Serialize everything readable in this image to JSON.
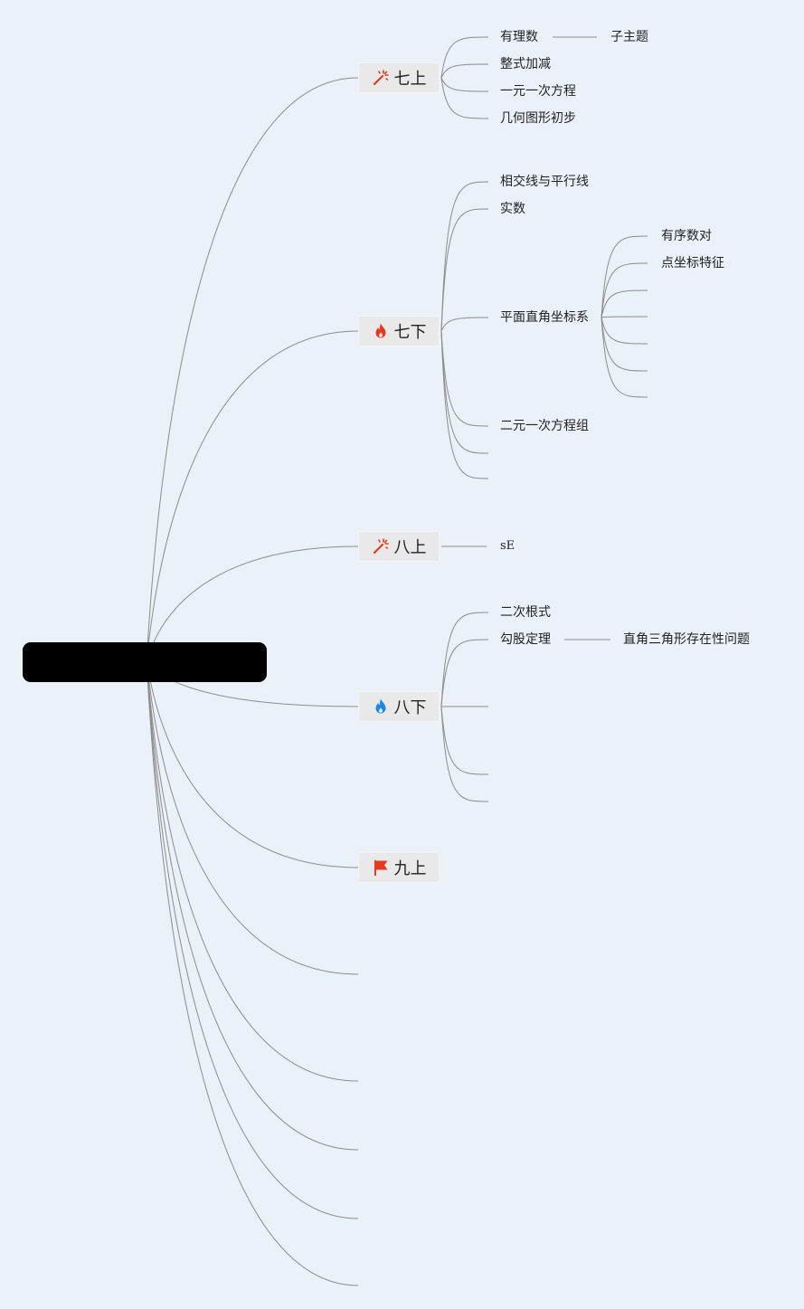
{
  "root": {
    "label": ""
  },
  "branches": [
    {
      "id": "b1",
      "label": "七上",
      "icon": "magic-wand-icon",
      "icon_color": "#e63a1e"
    },
    {
      "id": "b2",
      "label": "七下",
      "icon": "fire-icon",
      "icon_color": "#e63a1e"
    },
    {
      "id": "b3",
      "label": "八上",
      "icon": "magic-wand-icon",
      "icon_color": "#e63a1e"
    },
    {
      "id": "b4",
      "label": "八下",
      "icon": "fire-icon",
      "icon_color": "#1e88e5"
    },
    {
      "id": "b5",
      "label": "九上",
      "icon": "flag-icon",
      "icon_color": "#e63a1e"
    },
    {
      "id": "b6",
      "label": ""
    },
    {
      "id": "b7",
      "label": ""
    },
    {
      "id": "b8",
      "label": ""
    },
    {
      "id": "b9",
      "label": ""
    },
    {
      "id": "b10",
      "label": ""
    }
  ],
  "topics": {
    "b1": [
      {
        "label": "有理数",
        "children": [
          {
            "label": "子主题"
          }
        ]
      },
      {
        "label": "整式加减"
      },
      {
        "label": "一元一次方程"
      },
      {
        "label": "几何图形初步"
      }
    ],
    "b2": [
      {
        "label": "相交线与平行线"
      },
      {
        "label": "实数"
      },
      {
        "label": "平面直角坐标系",
        "children": [
          {
            "label": "有序数对"
          },
          {
            "label": "点坐标特征"
          },
          {
            "label": ""
          },
          {
            "label": ""
          },
          {
            "label": ""
          },
          {
            "label": ""
          },
          {
            "label": ""
          }
        ]
      },
      {
        "label": "二元一次方程组"
      },
      {
        "label": ""
      },
      {
        "label": ""
      }
    ],
    "b3": [
      {
        "label": "sE"
      }
    ],
    "b4": [
      {
        "label": "二次根式"
      },
      {
        "label": "勾股定理",
        "children": [
          {
            "label": "直角三角形存在性问题"
          }
        ]
      },
      {
        "label": ""
      },
      {
        "label": ""
      },
      {
        "label": ""
      }
    ]
  },
  "colors": {
    "background": "#ebf1f9",
    "link": "#8c8c8c",
    "branch_fill": "#e9e9e9",
    "root_fill": "#000000"
  }
}
